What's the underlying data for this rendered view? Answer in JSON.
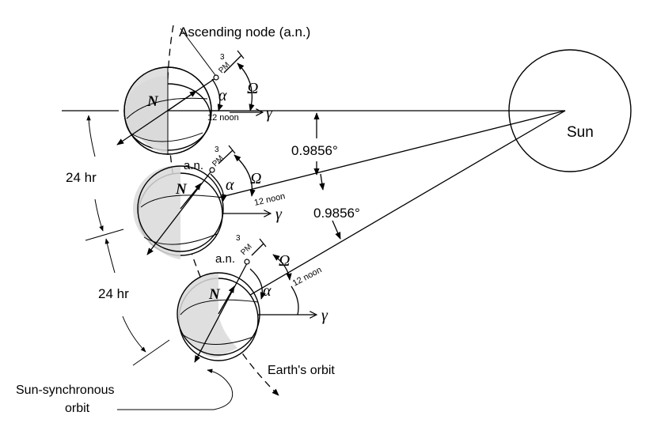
{
  "labels": {
    "ascending_node": "Ascending node (a.n.)",
    "an": "a.n.",
    "three": "3",
    "pm": "PM",
    "noon": "12 noon",
    "north": "N",
    "alpha": "α",
    "omega": "Ω",
    "gamma": "γ",
    "sun": "Sun",
    "angle": "0.9856°",
    "interval": "24 hr",
    "earth_orbit": "Earth's orbit",
    "sun_sync_line1": "Sun-synchronous",
    "sun_sync_line2": "orbit"
  }
}
